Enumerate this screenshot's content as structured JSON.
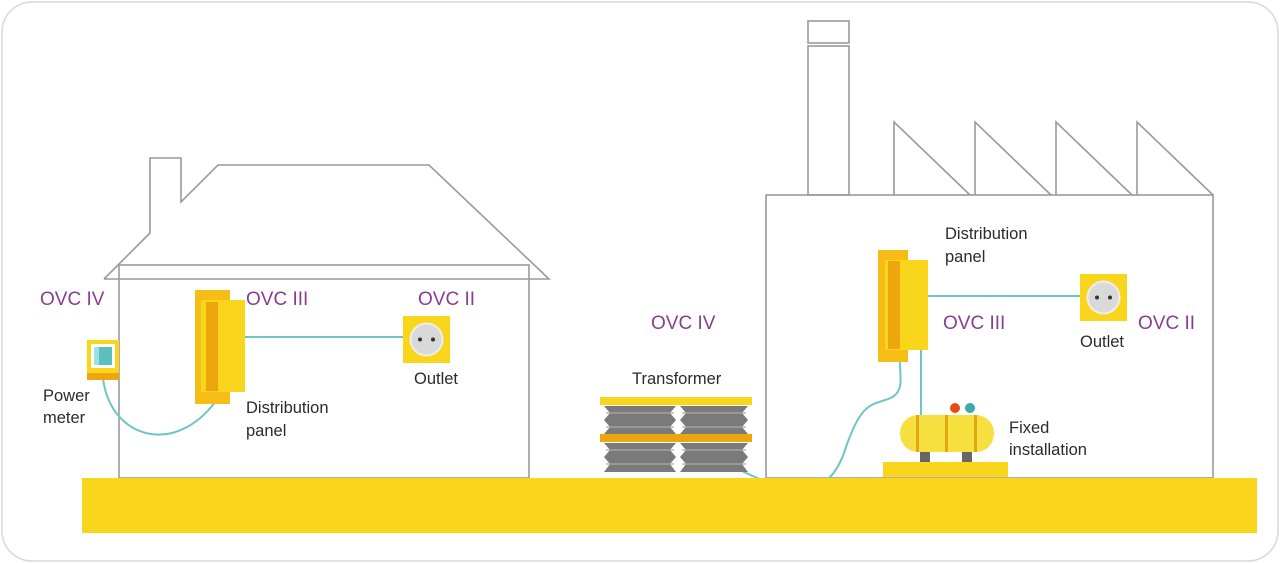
{
  "title": "Overvoltage categories in house and factory",
  "colors": {
    "ground": "#f9d51c",
    "label": "#8a3d8f",
    "wire": "#6cc6c6",
    "panel": "#f9d51c",
    "panel_dark": "#eea60e"
  },
  "house": {
    "ovc_meter": "OVC IV",
    "ovc_panel": "OVC III",
    "ovc_outlet": "OVC II",
    "meter_label": [
      "Power",
      "meter"
    ],
    "panel_label": [
      "Distribution",
      "panel"
    ],
    "outlet_label": "Outlet"
  },
  "transformer": {
    "ovc": "OVC IV",
    "label": "Transformer"
  },
  "factory": {
    "panel_label": [
      "Distribution",
      "panel"
    ],
    "ovc_panel": "OVC III",
    "ovc_outlet": "OVC II",
    "outlet_label": "Outlet",
    "installation_label": [
      "Fixed",
      "installation"
    ]
  }
}
